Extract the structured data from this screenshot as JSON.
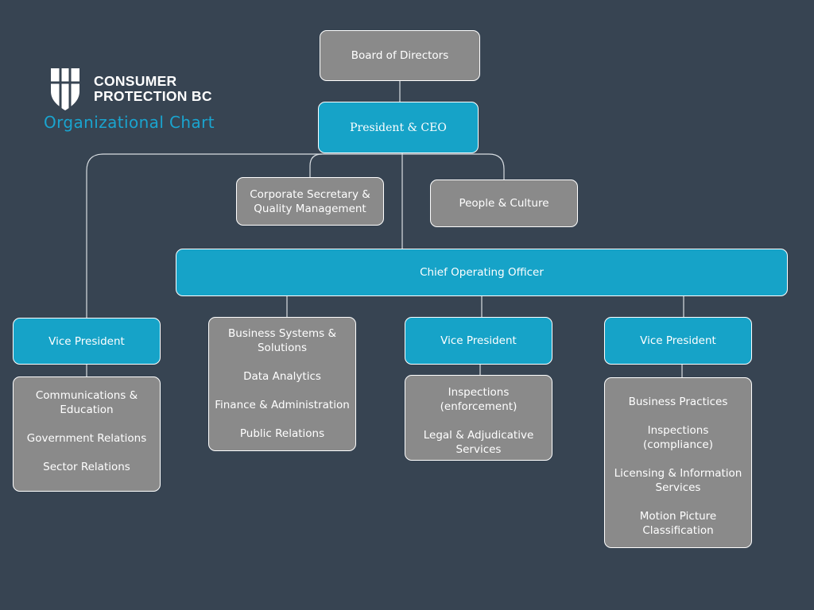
{
  "brand": {
    "logo_icon": "shield-icon",
    "name_line1": "CONSUMER",
    "name_line2": "PROTECTION BC",
    "subtitle": "Organizational Chart"
  },
  "colors": {
    "background": "#374452",
    "blue": "#16a3c8",
    "gray": "#8a8a8a",
    "accent_text": "#1aa4cf"
  },
  "nodes": {
    "board": "Board of Directors",
    "ceo": "President & CEO",
    "corporate_secretary": "Corporate Secretary & Quality Management",
    "people_culture": "People & Culture",
    "coo": "Chief Operating Officer",
    "vp_left": "Vice President",
    "vp_middle": "Vice President",
    "vp_right": "Vice President"
  },
  "groups": {
    "left": [
      "Communications & Education",
      "Government Relations",
      "Sector Relations"
    ],
    "systems": [
      "Business Systems & Solutions",
      "Data Analytics",
      "Finance & Administration",
      "Public Relations"
    ],
    "middle": [
      "Inspections (enforcement)",
      "Legal & Adjudicative Services"
    ],
    "right": [
      "Business Practices",
      "Inspections (compliance)",
      "Licensing & Information Services",
      "Motion Picture Classification"
    ]
  }
}
